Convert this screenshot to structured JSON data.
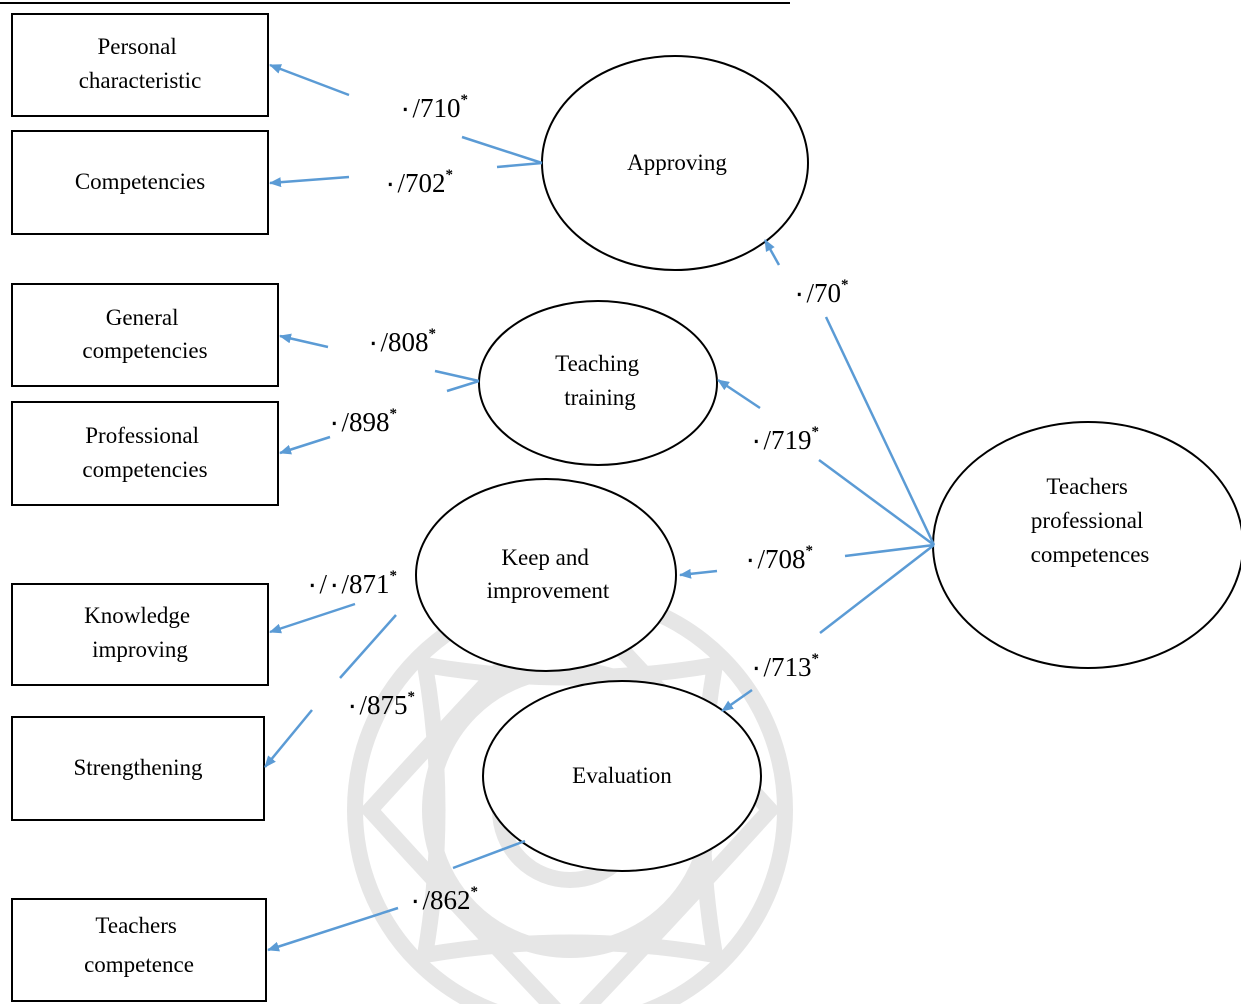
{
  "nodes": {
    "personal_characteristic": {
      "lines": [
        "Personal",
        "characteristic"
      ]
    },
    "competencies": {
      "lines": [
        "Competencies"
      ]
    },
    "general_competencies": {
      "lines": [
        "General",
        "competencies"
      ]
    },
    "professional_competencies": {
      "lines": [
        "Professional",
        "competencies"
      ]
    },
    "knowledge_improving": {
      "lines": [
        "Knowledge",
        "improving"
      ]
    },
    "strengthening": {
      "lines": [
        "Strengthening"
      ]
    },
    "teachers_competence": {
      "lines": [
        "Teachers",
        "competence"
      ]
    },
    "approving": {
      "lines": [
        "Approving"
      ]
    },
    "teaching_training": {
      "lines": [
        "Teaching",
        "training"
      ]
    },
    "keep_and_improvement": {
      "lines": [
        "Keep and",
        "improvement"
      ]
    },
    "evaluation": {
      "lines": [
        "Evaluation"
      ]
    },
    "teachers_professional_competences": {
      "lines": [
        "Teachers",
        "professional",
        "competences"
      ]
    }
  },
  "coefficients": {
    "c710": "٠/710",
    "c702": "٠/702",
    "c70": "٠/70",
    "c808": "٠/808",
    "c898": "٠/898",
    "c719": "٠/719",
    "c871": "٠/٠/871",
    "c708": "٠/708",
    "c713": "٠/713",
    "c875": "٠/875",
    "c862": "٠/862",
    "star": "*"
  },
  "colors": {
    "arrow": "#5b9bd5",
    "stroke": "#000000",
    "watermark": "#e6e6e6"
  }
}
